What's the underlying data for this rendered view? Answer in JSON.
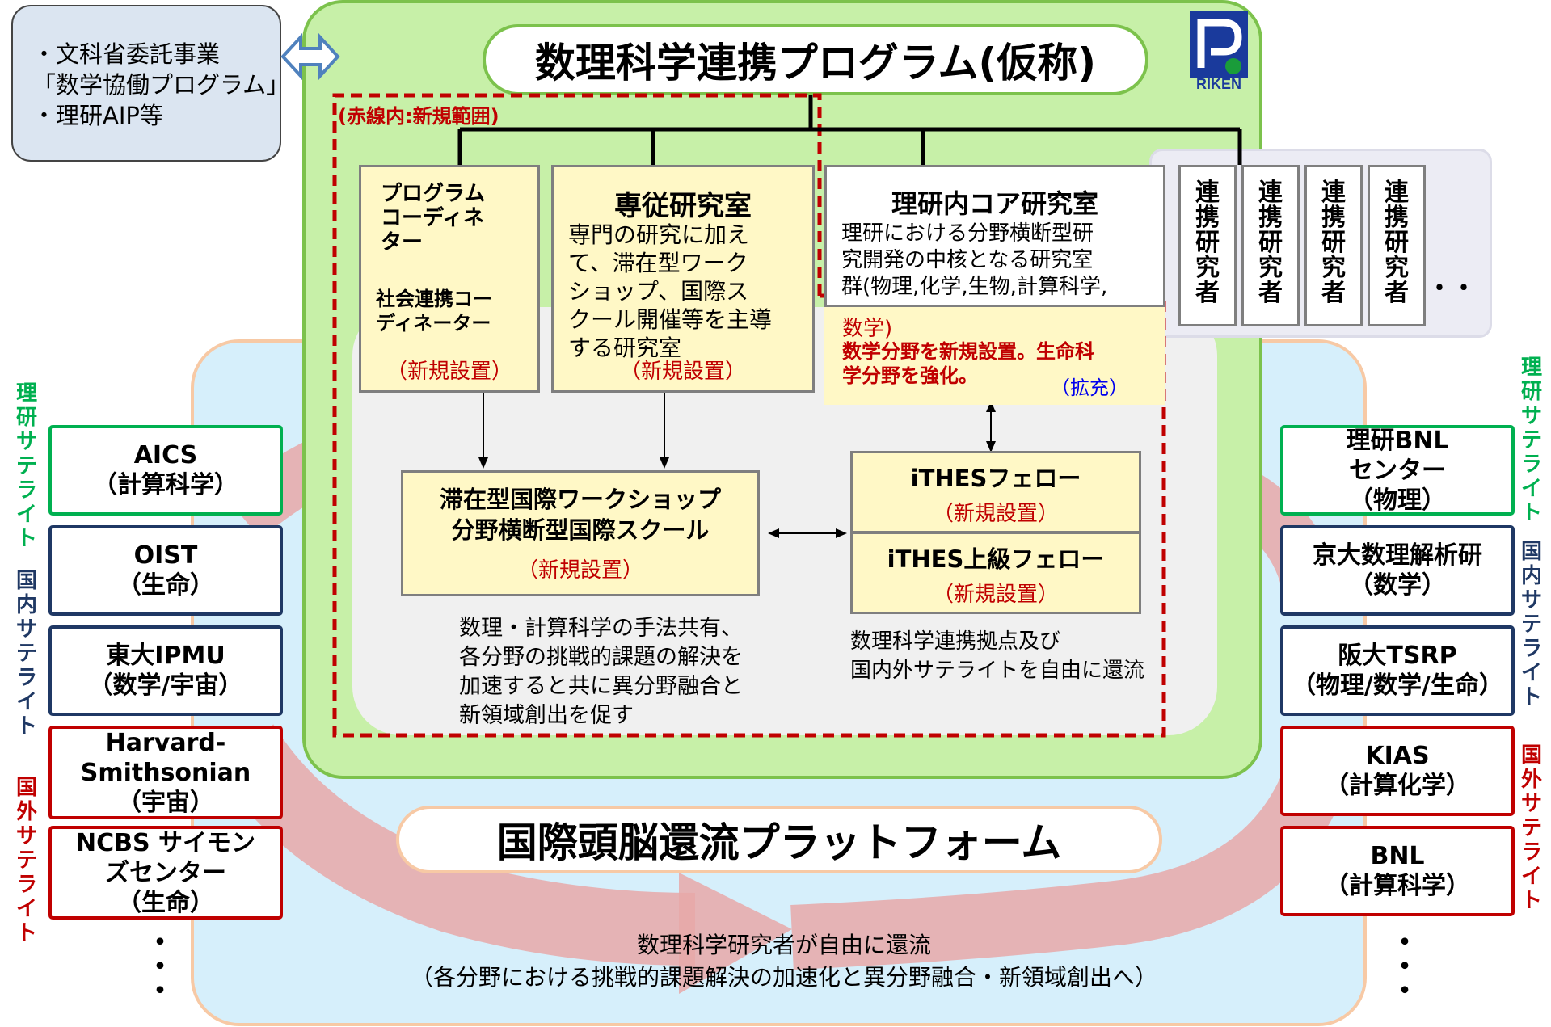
{
  "program_title": "数理科学連携プログラム(仮称)",
  "platform_title": "国際頭脳還流プラットフォーム",
  "mext_box": {
    "line1": "・文科省委託事業",
    "line2": "「数学協働プログラム」",
    "line3": "・理研AIP等"
  },
  "riken_logo_text": "RIKEN",
  "red_zone_label": "(赤線内:新規範囲)",
  "coordinator": {
    "title": "プログラム\nコーディネ\nター",
    "subtitle": "社会連携コー\nディネーター",
    "note": "（新規設置）"
  },
  "dedicated_lab": {
    "title": "専従研究室",
    "body": "専門の研究に加え\nて、滞在型ワーク\nショップ、国際ス\nクール開催等を主導\nする研究室",
    "note": "（新規設置）"
  },
  "core_lab": {
    "title": "理研内コア研究室",
    "body": "理研における分野横断型研\n究開発の中核となる研究室\n群(物理,化学,生物,計算科学,",
    "ext_line1": "数学)",
    "ext_line2": "数学分野を新規設置。生命科\n学分野を強化。",
    "ext_note": "（拡充）"
  },
  "researchers": {
    "label": "連携研究者",
    "ellipsis": "・・"
  },
  "workshop": {
    "line1": "滞在型国際ワークショップ",
    "line2": "分野横断型国際スクール",
    "note": "（新規設置）"
  },
  "ithes_fellow": {
    "title": "iTHESフェロー",
    "note": "（新規設置）"
  },
  "ithes_senior": {
    "title": "iTHES上級フェロー",
    "note": "（新規設置）"
  },
  "workshop_desc": "数理・計算科学の手法共有、\n各分野の挑戦的課題の解決を\n加速すると共に異分野融合と\n新領域創出を促す",
  "fellow_desc": "数理科学連携拠点及び\n国内外サテライトを自由に還流",
  "bottom_desc": {
    "line1": "数理科学研究者が自由に還流",
    "line2": "（各分野における挑戦的課題解決の加速化と異分野融合・新領域創出へ）"
  },
  "left_labels": {
    "riken_satellite": "理研サテライト",
    "domestic_satellite": "国内サテライト",
    "foreign_satellite": "国外サテライト"
  },
  "right_labels": {
    "riken_satellite": "理研サテライト",
    "domestic_satellite": "国内サテライト",
    "foreign_satellite": "国外サテライト"
  },
  "left_satellites": [
    {
      "line1": "AICS",
      "line2": "（計算科学）",
      "line3": ""
    },
    {
      "line1": "OIST",
      "line2": "（生命）",
      "line3": ""
    },
    {
      "line1": "東大IPMU",
      "line2": "（数学/宇宙）",
      "line3": ""
    },
    {
      "line1": "Harvard-",
      "line2": "Smithsonian",
      "line3": "（宇宙）"
    },
    {
      "line1": "NCBS サイモン",
      "line2": "ズセンター",
      "line3": "（生命）"
    }
  ],
  "right_satellites": [
    {
      "line1": "理研BNL",
      "line2": "センター",
      "line3": "（物理）"
    },
    {
      "line1": "京大数理解析研",
      "line2": "（数学）",
      "line3": ""
    },
    {
      "line1": "阪大TSRP",
      "line2": "（物理/数学/生命）",
      "line3": ""
    },
    {
      "line1": "KIAS",
      "line2": "（計算化学）",
      "line3": ""
    },
    {
      "line1": "BNL",
      "line2": "（計算科学）",
      "line3": ""
    }
  ],
  "vertical_ellipsis": "・・・",
  "colors": {
    "riken_green": "#00b050",
    "domestic_navy": "#1f3864",
    "foreign_red": "#c00000",
    "program_green": "#c7f0a8",
    "platform_blue": "#d6effb",
    "highlight_yellow": "#fff8c6",
    "flow_arrow_pink": "#e8a8a8"
  }
}
